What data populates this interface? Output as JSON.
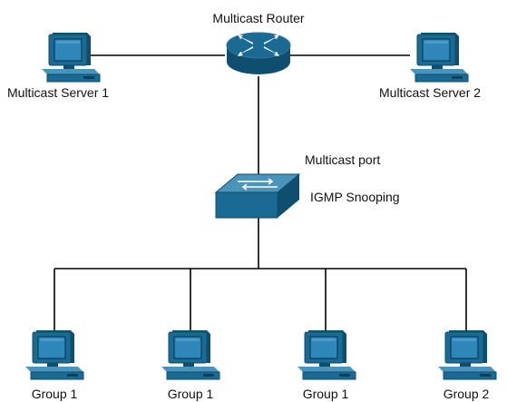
{
  "labels": {
    "router": "Multicast Router",
    "server_1": "Multicast Server 1",
    "server_2": "Multicast Server 2",
    "multicast_port": "Multicast port",
    "switch": "IGMP Snooping",
    "host_1": "Group 1",
    "host_2": "Group 1",
    "host_3": "Group 1",
    "host_4": "Group 2"
  },
  "colors": {
    "device_fill": "#1B6A93",
    "device_dark": "#0E4E6E",
    "device_light": "#4A94BC",
    "screen": "#2F86B8",
    "line": "#000000"
  },
  "icons": {
    "router": "router-icon",
    "switch": "switch-icon",
    "computer": "desktop-computer-icon"
  }
}
